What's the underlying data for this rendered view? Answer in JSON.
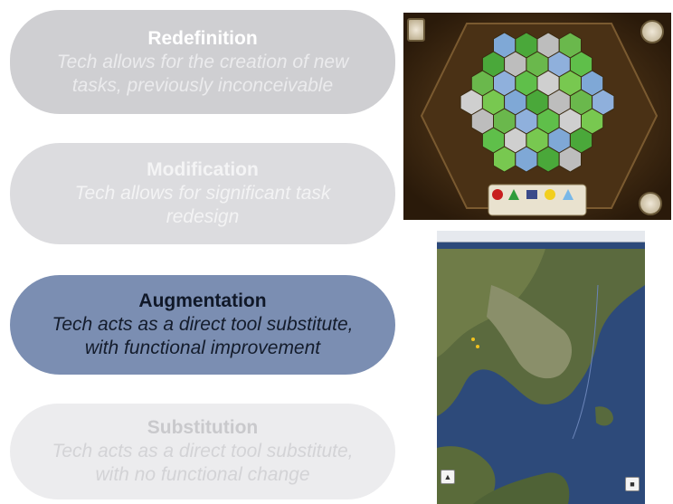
{
  "samr": {
    "redefinition": {
      "title": "Redefinition",
      "line1": "Tech allows for the creation of new",
      "line2": "tasks, previously inconceivable"
    },
    "modification": {
      "title": "Modification",
      "line1": "Tech allows for significant task",
      "line2": "redesign"
    },
    "augmentation": {
      "title": "Augmentation",
      "line1": "Tech acts as a direct tool substitute,",
      "line2": "with functional improvement"
    },
    "substitution": {
      "title": "Substitution",
      "line1": "Tech acts as a direct tool substitute,",
      "line2": "with no functional change"
    }
  },
  "colors": {
    "redefinition": "#cfcfd2",
    "modification": "#dcdcdf",
    "augmentation": "#7b8eb2",
    "substitution": "#ececee"
  },
  "icons": {
    "game_menu": "menu-icon",
    "game_settings": "gear-icon",
    "game_dice": "dice-icon",
    "tablet_location": "location-icon",
    "tablet_page": "page-icon"
  }
}
